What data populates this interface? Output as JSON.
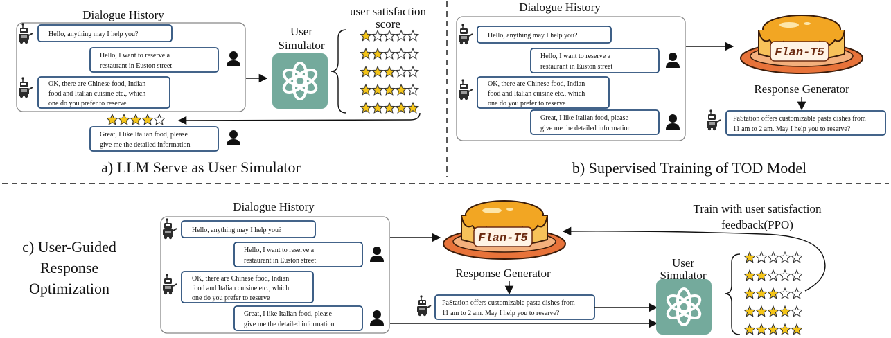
{
  "colors": {
    "bubble_border": "#2a4f7a",
    "gpt_tile": "#74aa9c",
    "star_fill": "#f5c518",
    "pudding_caramel": "#f2a623",
    "pudding_body": "#f7c25a",
    "plate": "#e8733a"
  },
  "icons": {
    "robot": "robot-icon",
    "user": "person-icon",
    "gpt": "openai-logo-icon",
    "pudding": "pudding-icon"
  },
  "panel_a": {
    "dialogue_title": "Dialogue History",
    "simulator_label_1": "User",
    "simulator_label_2": "Simulator",
    "score_title_1": "user satisfaction",
    "score_title_2": "score",
    "caption": "a) LLM Serve as User Simulator",
    "star_levels": [
      1,
      2,
      3,
      4,
      5
    ],
    "selected_rating": 4,
    "response_msg": {
      "line1": "Great, I like Italian food, please",
      "line2": "give me the detailed information"
    }
  },
  "panel_b": {
    "dialogue_title": "Dialogue History",
    "generator_label": "Response Generator",
    "flan_label": "Flan-T5",
    "caption": "b) Supervised Training of TOD Model",
    "response_msg": {
      "line1": "PaStation offers customizable pasta dishes from",
      "line2": "11 am to 2 am. May I help you to reserve?"
    }
  },
  "panel_c": {
    "dialogue_title": "Dialogue History",
    "generator_label": "Response Generator",
    "flan_label": "Flan-T5",
    "simulator_label_1": "User",
    "simulator_label_2": "Simulator",
    "train_label_1": "Train with user satisfaction",
    "train_label_2": "feedback(PPO)",
    "caption_1": "c) User-Guided",
    "caption_2": "Response",
    "caption_3": "Optimization",
    "star_levels": [
      1,
      2,
      3,
      4,
      5
    ],
    "response_msg": {
      "line1": "PaStation offers customizable pasta dishes from",
      "line2": "11 am to 2 am. May I help you to reserve?"
    }
  },
  "dialogue": {
    "m1": "Hello, anything may I help you?",
    "m2_line1": "Hello, I want to reserve a",
    "m2_line2": "restaurant in Euston street",
    "m3_line1": "OK, there are Chinese food, Indian",
    "m3_line2": "food and Italian cuisine etc., which",
    "m3_line3": "one do you prefer to reserve",
    "m4_line1": "Great, I like Italian food, please",
    "m4_line2": "give me the detailed information"
  }
}
